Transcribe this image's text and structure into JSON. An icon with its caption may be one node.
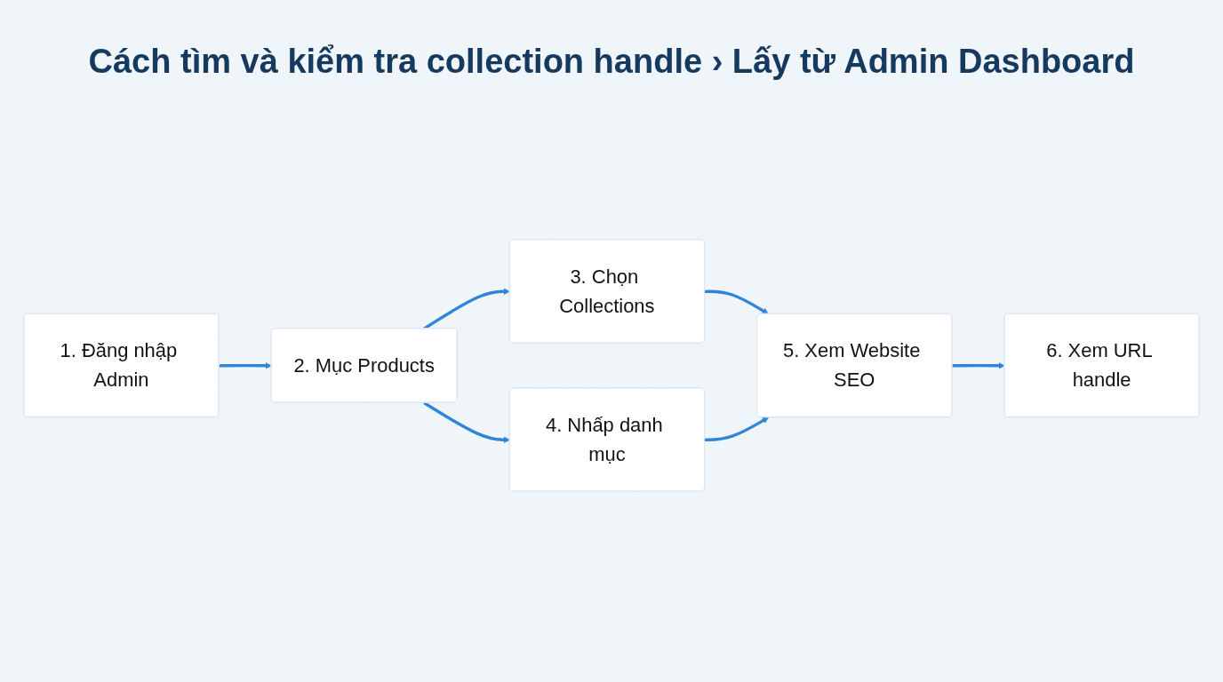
{
  "diagram": {
    "title": "Cách tìm và kiểm tra collection handle › Lấy từ Admin Dashboard",
    "nodes": [
      {
        "text": [
          "1. Đăng nhập Admin"
        ]
      },
      {
        "text": [
          "2. Mục Products"
        ]
      },
      {
        "text": [
          "3. Chọn Collections"
        ]
      },
      {
        "text": [
          "4. Nhấp danh mục"
        ]
      },
      {
        "text": [
          "5. Xem Website SEO"
        ]
      },
      {
        "text": [
          "6. Xem URL handle"
        ]
      }
    ],
    "edges": [
      {
        "from": 0,
        "to": 1,
        "arrow": "to"
      },
      {
        "from": 1,
        "to": 2,
        "arrow": "to"
      },
      {
        "from": 1,
        "to": 3,
        "arrow": "to"
      },
      {
        "from": 2,
        "to": 4,
        "arrow": "to"
      },
      {
        "from": 3,
        "to": 4,
        "arrow": "to"
      },
      {
        "from": 4,
        "to": 5,
        "arrow": "to"
      }
    ]
  }
}
